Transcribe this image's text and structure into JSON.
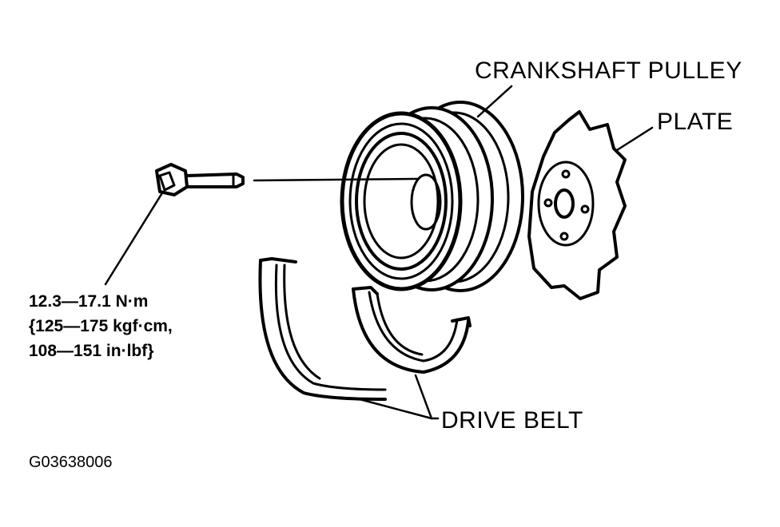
{
  "labels": {
    "crankshaft_pulley": "CRANKSHAFT PULLEY",
    "plate": "PLATE",
    "drive_belt": "DRIVE BELT"
  },
  "torque_spec": {
    "line1": "12.3—17.1 N·m",
    "line2": "{125—175 kgf·cm,",
    "line3": "108—151 in·lbf}"
  },
  "figure_id": "G03638006",
  "colors": {
    "ink": "#000000",
    "paper": "#ffffff"
  }
}
